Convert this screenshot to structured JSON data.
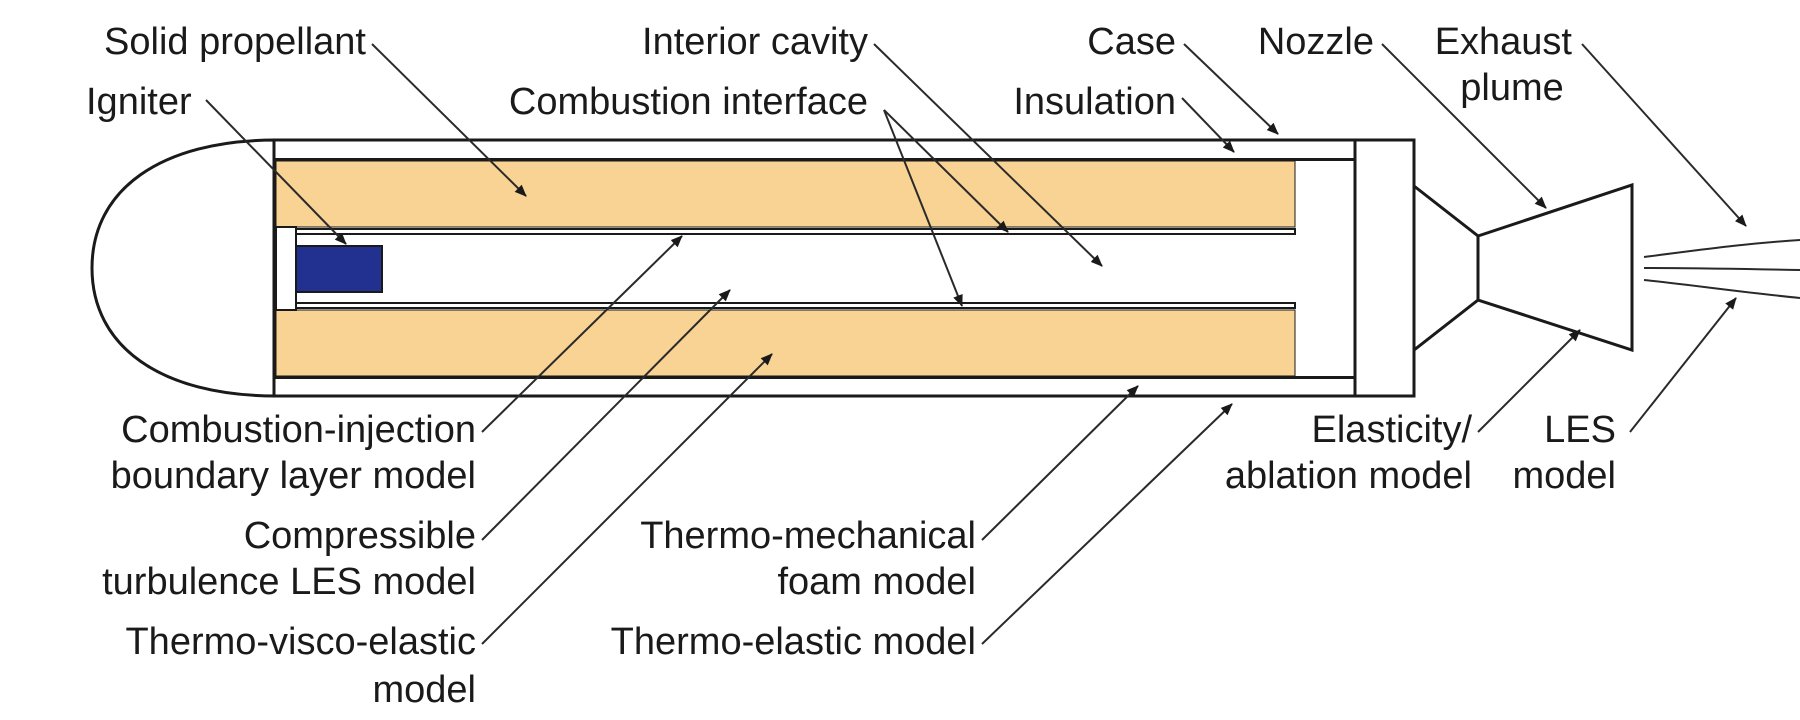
{
  "colors": {
    "propellant": "#F9D393",
    "igniter": "#22318F",
    "outline": "#1a1a1a",
    "background": "#ffffff"
  },
  "labels": {
    "solid_propellant": "Solid propellant",
    "igniter": "Igniter",
    "interior_cavity": "Interior cavity",
    "combustion_interface": "Combustion interface",
    "case": "Case",
    "insulation": "Insulation",
    "nozzle": "Nozzle",
    "exhaust_plume": [
      "Exhaust",
      "plume"
    ],
    "combustion_injection_model": [
      "Combustion-injection",
      "boundary layer model"
    ],
    "compressible_les_model": [
      "Compressible",
      "turbulence LES model"
    ],
    "thermo_visco_elastic_model": [
      "Thermo-visco-elastic",
      "model"
    ],
    "thermo_mechanical_foam_model": [
      "Thermo-mechanical",
      "foam model"
    ],
    "thermo_elastic_model": "Thermo-elastic model",
    "elasticity_ablation_model": [
      "Elasticity/",
      "ablation model"
    ],
    "les_model": [
      "LES",
      "model"
    ]
  }
}
